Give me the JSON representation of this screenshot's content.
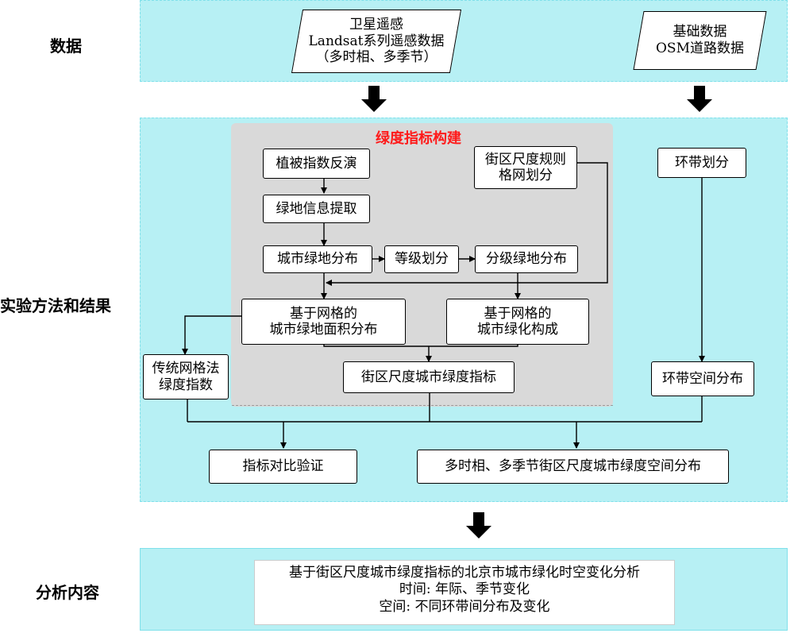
{
  "rows": {
    "data": "数据",
    "method": "实验方法和结果",
    "analysis": "分析内容"
  },
  "inputs": {
    "satellite": "卫星遥感\nLandsat系列遥感数据\n（多时相、多季节）",
    "basic": "基础数据\nOSM道路数据"
  },
  "section_title": "绿度指标构建",
  "nodes": {
    "ndvi": "植被指数反演",
    "green_extract": "绿地信息提取",
    "urban_green": "城市绿地分布",
    "grading": "等级划分",
    "graded_green": "分级绿地分布",
    "block_grid": "街区尺度规则\n格网划分",
    "grid_area": "基于网格的\n城市绿地面积分布",
    "grid_composition": "基于网格的\n城市绿化构成",
    "traditional": "传统网格法\n绿度指数",
    "block_index": "街区尺度城市绿度指标",
    "ring_division": "环带划分",
    "ring_distribution": "环带空间分布",
    "validation": "指标对比验证",
    "spatial_result": "多时相、多季节街区尺度城市绿度空间分布"
  },
  "analysis_lines": [
    "基于街区尺度城市绿度指标的北京市城市绿化时空变化分析",
    "时间: 年际、季节变化",
    "空间: 不同环带间分布及变化"
  ],
  "colors": {
    "band_fill": "#b7f0f4",
    "band_border": "#7fe0ea",
    "panel_gray": "#d9d9d9",
    "title_red": "#ff1a1a"
  }
}
